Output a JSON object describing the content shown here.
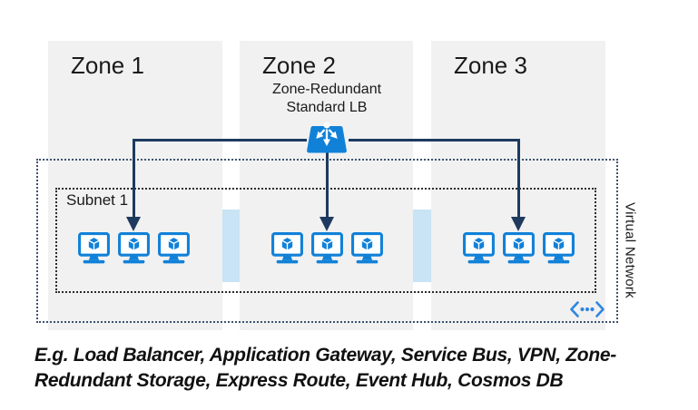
{
  "zones": [
    {
      "label": "Zone 1"
    },
    {
      "label": "Zone 2"
    },
    {
      "label": "Zone 3"
    }
  ],
  "load_balancer": {
    "label_line1": "Zone-Redundant",
    "label_line2": "Standard LB",
    "icon": "load-balancer-icon"
  },
  "subnet": {
    "label": "Subnet 1"
  },
  "virtual_network": {
    "label": "Virtual Network",
    "icon": "virtual-network-icon"
  },
  "vms": {
    "icon": "vm-icon",
    "per_zone": 3
  },
  "caption": {
    "line1": "E.g. Load Balancer, Application Gateway, Service Bus, VPN, Zone-",
    "line2": "Redundant Storage, Express Route, Event Hub, Cosmos DB"
  },
  "colors": {
    "azure_blue": "#1181d8",
    "line_navy": "#1e3a5f",
    "zone_bg": "#f1f1f1",
    "subnet_strip": "#c8e4f5",
    "vnet_icon_blue": "#2e86e0",
    "vnet_border": "#3c536f",
    "subnet_border": "#2b2b2b"
  }
}
